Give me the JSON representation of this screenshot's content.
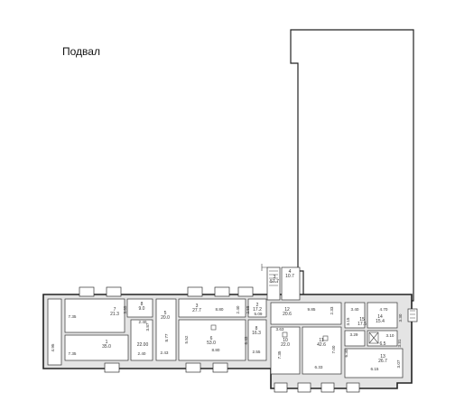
{
  "title": "Подвал",
  "rooms": [
    {
      "num": "7",
      "area": "21.3"
    },
    {
      "num": "8",
      "area": "9.0"
    },
    {
      "num": "1",
      "area": "35.0"
    },
    {
      "num": "",
      "area": "22.00"
    },
    {
      "num": "5",
      "area": "20.0"
    },
    {
      "num": "3",
      "area": "27.7"
    },
    {
      "num": "6",
      "area": "53.0"
    },
    {
      "num": "2",
      "area": "17.2"
    },
    {
      "num": "8",
      "area": "16.3"
    },
    {
      "num": "12",
      "area": "20.6"
    },
    {
      "num": "10",
      "area": "22.0"
    },
    {
      "num": "11",
      "area": "42.6"
    },
    {
      "num": "15",
      "area": "17.5"
    },
    {
      "num": "14",
      "area": "15.4"
    },
    {
      "num": "",
      "area": "6.5"
    },
    {
      "num": "13",
      "area": "26.7"
    },
    {
      "num": "4",
      "area": "10.7"
    },
    {
      "num": "3",
      "area": "57.7"
    }
  ],
  "dimensions": [
    "7.35",
    "3.65",
    "2.40",
    "3.87",
    "2.40",
    "7.35",
    "4.95",
    "2.43",
    "8.77",
    "5.52",
    "8.80",
    "8.80",
    "2.40",
    "2.58",
    "5.09",
    "6.43",
    "2.55",
    "9.85",
    "2.33",
    "3.63",
    "7.35",
    "7.00",
    "6.33",
    "3.40",
    "4.70",
    "3.15",
    "3.30",
    "3.29",
    "3.10",
    "3.31",
    "6.30",
    "6.15",
    "3.07"
  ]
}
